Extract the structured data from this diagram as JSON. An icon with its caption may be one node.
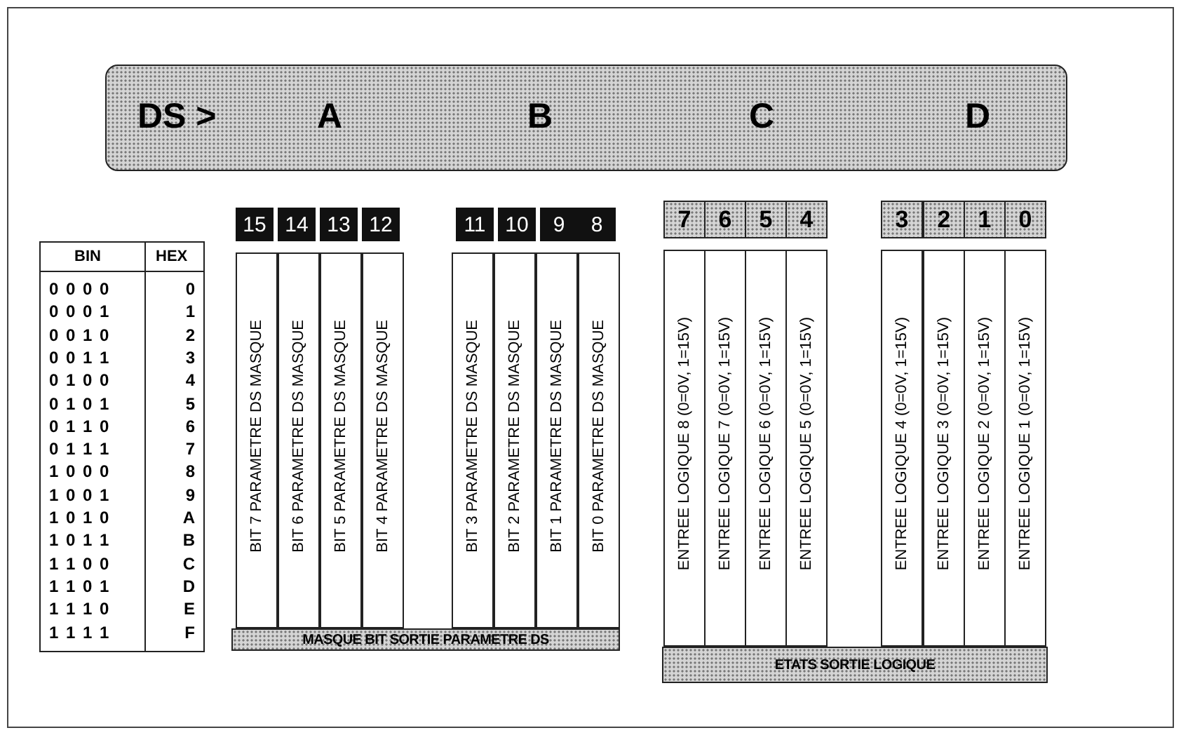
{
  "diagram": {
    "nodes": [
      {
        "text": [
          "DS >",
          "A",
          "B",
          "C",
          "D"
        ]
      },
      {
        "text": [
          "15"
        ]
      },
      {
        "text": [
          "14"
        ]
      },
      {
        "text": [
          "13"
        ]
      },
      {
        "text": [
          "12"
        ]
      },
      {
        "text": [
          "11"
        ]
      },
      {
        "text": [
          "10"
        ]
      },
      {
        "text": [
          "9"
        ]
      },
      {
        "text": [
          "8"
        ]
      },
      {
        "text": [
          "7"
        ]
      },
      {
        "text": [
          "6"
        ]
      },
      {
        "text": [
          "5"
        ]
      },
      {
        "text": [
          "4"
        ]
      },
      {
        "text": [
          "3"
        ]
      },
      {
        "text": [
          "2"
        ]
      },
      {
        "text": [
          "1"
        ]
      },
      {
        "text": [
          "0"
        ]
      },
      {
        "text": [
          "BIT 7 PARAMETRE DS MASQUE"
        ]
      },
      {
        "text": [
          "BIT 6 PARAMETRE DS MASQUE"
        ]
      },
      {
        "text": [
          "BIT 5 PARAMETRE DS MASQUE"
        ]
      },
      {
        "text": [
          "BIT 4 PARAMETRE DS MASQUE"
        ]
      },
      {
        "text": [
          "BIT 3 PARAMETRE DS MASQUE"
        ]
      },
      {
        "text": [
          "BIT 2 PARAMETRE DS MASQUE"
        ]
      },
      {
        "text": [
          "BIT 1 PARAMETRE DS MASQUE"
        ]
      },
      {
        "text": [
          "BIT 0 PARAMETRE DS MASQUE"
        ]
      },
      {
        "text": [
          "MASQUE BIT SORTIE PARAMETRE DS"
        ]
      },
      {
        "text": [
          "ENTREE LOGIQUE 8 (0=0V, 1=15V)"
        ]
      },
      {
        "text": [
          "ENTREE LOGIQUE 7 (0=0V, 1=15V)"
        ]
      },
      {
        "text": [
          "ENTREE LOGIQUE 6 (0=0V, 1=15V)"
        ]
      },
      {
        "text": [
          "ENTREE LOGIQUE 5 (0=0V, 1=15V)"
        ]
      },
      {
        "text": [
          "ENTREE LOGIQUE 4 (0=0V, 1=15V)"
        ]
      },
      {
        "text": [
          "ENTREE LOGIQUE 3 (0=0V, 1=15V)"
        ]
      },
      {
        "text": [
          "ENTREE LOGIQUE 2 (0=0V, 1=15V)"
        ]
      },
      {
        "text": [
          "ENTREE LOGIQUE 1 (0=0V, 1=15V)"
        ]
      },
      {
        "text": [
          "ETATS SORTIE LOGIQUE"
        ]
      }
    ],
    "labels": [
      "BIN",
      "HEX",
      "0 0 0 0",
      "0",
      "0 0 0 1",
      "1",
      "0 0 1 0",
      "2",
      "0 0 1 1",
      "3",
      "0 1 0 0",
      "4",
      "0 1 0 1",
      "5",
      "0 1 1 0",
      "6",
      "0 1 1 1",
      "7",
      "1 0 0 0",
      "8",
      "1 0 0 1",
      "9",
      "1 0 1 0",
      "A",
      "1 0 1 1",
      "B",
      "1 1 0 0",
      "C",
      "1 1 0 1",
      "D",
      "1 1 1 0",
      "E",
      "1 1 1 1",
      "F"
    ]
  }
}
